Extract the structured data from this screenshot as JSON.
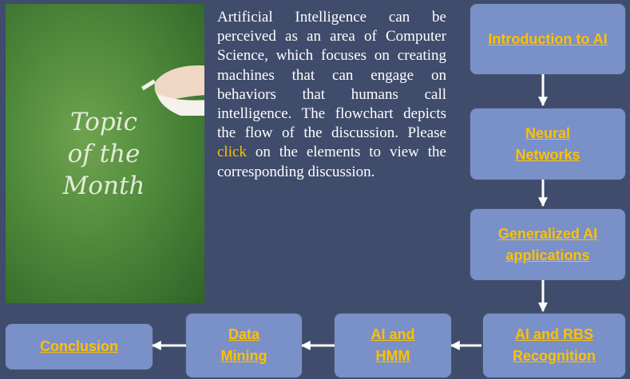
{
  "sidebar_image": {
    "lines": [
      "Topic",
      "of the",
      "Month"
    ]
  },
  "intro": {
    "text_before_link": "Artificial Intelligence can be perceived as an area of Computer Science, which focuses on creating machines that can engage on behaviors that humans call intelligence. The flowchart depicts the flow of the discussion. Please ",
    "link_text": "click",
    "text_after_link": " on the elements to view the corresponding discussion."
  },
  "flow": {
    "introduction": "Introduction to AI",
    "neural_networks": "Neural Networks",
    "generalized": "Generalized AI applications",
    "rbs": "AI and RBS Recognition",
    "hmm": "AI and HMM",
    "data_mining": "Data Mining",
    "conclusion": "Conclusion"
  },
  "colors": {
    "background": "#3f4c6b",
    "box": "#7a90c8",
    "link": "#ffc000",
    "arrow": "#ffffff"
  }
}
